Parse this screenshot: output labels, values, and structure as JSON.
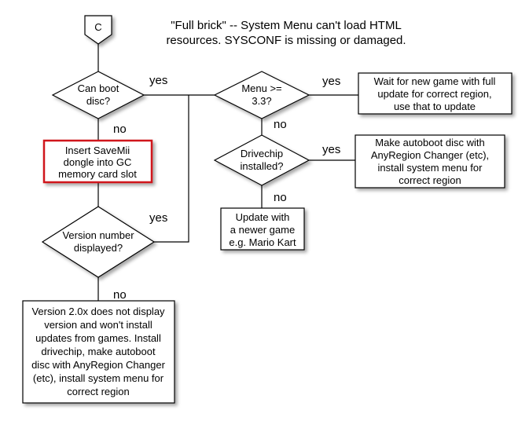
{
  "title": {
    "line1": "\"Full brick\" -- System Menu can't load HTML",
    "line2": "resources.  SYSCONF is missing or damaged."
  },
  "connector": {
    "label": "C"
  },
  "decisions": {
    "can_boot": {
      "line1": "Can boot",
      "line2": "disc?"
    },
    "version_number": {
      "line1": "Version number",
      "line2": "displayed?"
    },
    "menu_version": {
      "line1": "Menu >=",
      "line2": "3.3?"
    },
    "drivechip": {
      "line1": "Drivechip",
      "line2": "installed?"
    }
  },
  "processes": {
    "savemii": {
      "lines": [
        "Insert SaveMii",
        "dongle into GC",
        "memory card slot"
      ]
    },
    "version_2x": {
      "lines": [
        "Version 2.0x does not display",
        "version and won't install",
        "updates from games.  Install",
        "drivechip, make autoboot",
        "disc with AnyRegion Changer",
        "(etc), install system menu for",
        "correct region"
      ]
    },
    "wait_update": {
      "lines": [
        "Wait for new game with full",
        "update for correct region,",
        "use that to update"
      ]
    },
    "autoboot": {
      "lines": [
        "Make autoboot disc with",
        "AnyRegion Changer (etc),",
        "install system menu for",
        "correct region"
      ]
    },
    "update_newer": {
      "lines": [
        "Update with",
        "a newer game",
        "e.g. Mario Kart"
      ]
    }
  },
  "edge_labels": {
    "can_boot_yes": "yes",
    "can_boot_no": "no",
    "version_yes": "yes",
    "version_no": "no",
    "menu_yes": "yes",
    "menu_no": "no",
    "drivechip_yes": "yes",
    "drivechip_no": "no"
  },
  "colors": {
    "highlight_border": "#d0121b",
    "stroke": "#000000",
    "fill": "#ffffff"
  }
}
